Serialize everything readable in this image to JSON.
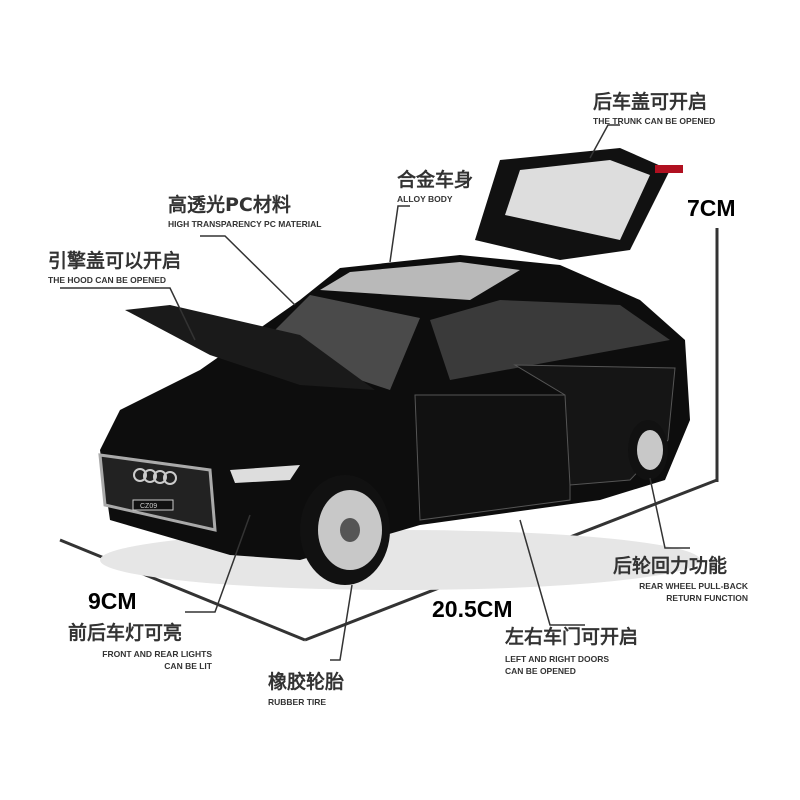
{
  "labels": {
    "trunk": {
      "cn": "后车盖可开启",
      "en": "THE TRUNK CAN BE OPENED"
    },
    "body": {
      "cn": "合金车身",
      "en": "ALLOY BODY"
    },
    "glass": {
      "cn": "高透光PC材料",
      "en": "HIGH TRANSPARENCY PC MATERIAL"
    },
    "hood": {
      "cn": "引擎盖可以开启",
      "en": "THE HOOD CAN BE OPENED"
    },
    "wheel": {
      "cn": "后轮回力功能",
      "en1": "REAR WHEEL PULL-BACK",
      "en2": "RETURN FUNCTION"
    },
    "doors": {
      "cn": "左右车门可开启",
      "en1": "LEFT AND RIGHT DOORS",
      "en2": "CAN BE OPENED"
    },
    "lights": {
      "cn": "前后车灯可亮",
      "en1": "FRONT AND REAR LIGHTS",
      "en2": "CAN BE LIT"
    },
    "tire": {
      "cn": "橡胶轮胎",
      "en": "RUBBER TIRE"
    }
  },
  "dimensions": {
    "height": "7CM",
    "width": "9CM",
    "length": "20.5CM"
  },
  "plate": "CZ09"
}
